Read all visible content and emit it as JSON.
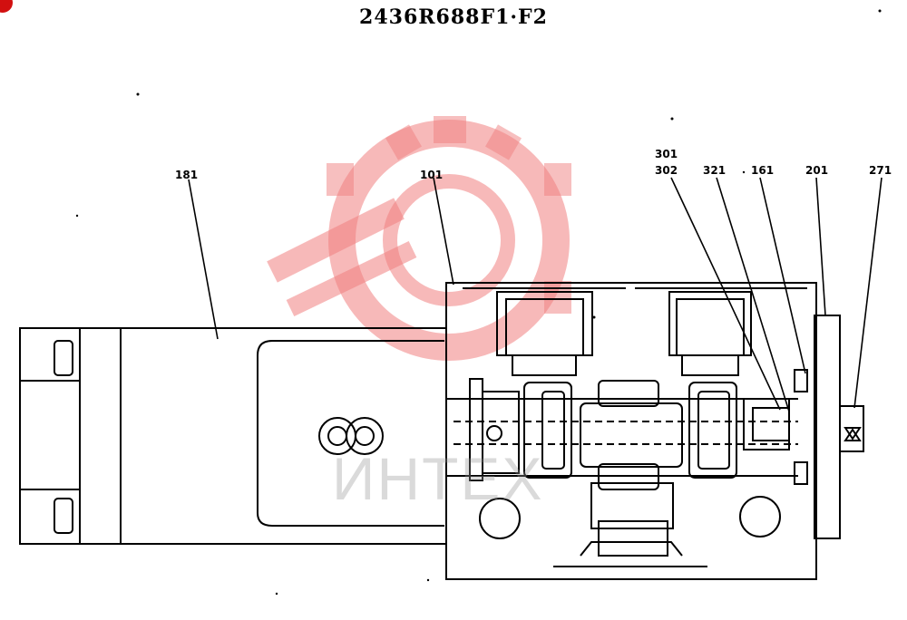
{
  "title": "2436R688F1·F2",
  "watermark_text": "ИНТЕХ",
  "labels": {
    "l181": "181",
    "l101": "101",
    "l301": "301",
    "l302": "302",
    "l321": "321",
    "l161": "161",
    "l201": "201",
    "l271": "271"
  },
  "colors": {
    "ink": "#000000",
    "watermark_logo": "#f08080",
    "corner_badge": "#d21010"
  },
  "icons": [
    "gear-logo-watermark-icon",
    "corner-badge-icon"
  ]
}
